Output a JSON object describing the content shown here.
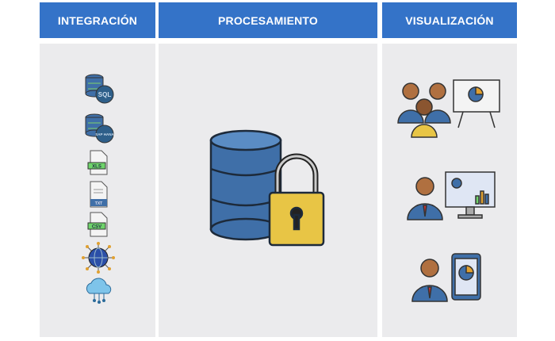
{
  "columns": [
    {
      "title": "INTEGRACIÓN",
      "icons": [
        "sql-database-icon",
        "sap-hana-database-icon",
        "xls-file-icon",
        "txt-file-icon",
        "csv-file-icon",
        "network-globe-icon",
        "cloud-icon"
      ],
      "icon_labels": [
        "SQL",
        "SAP HANA",
        "XLS",
        "TXT",
        "CSV"
      ]
    },
    {
      "title": "PROCESAMIENTO",
      "icons": [
        "secure-database-lock-icon"
      ]
    },
    {
      "title": "VISUALIZACIÓN",
      "icons": [
        "team-presentation-icon",
        "analyst-monitor-icon",
        "user-tablet-icon"
      ]
    }
  ],
  "colors": {
    "header": "#3473c8",
    "panel": "#ebebed",
    "db": "#3f6fa8",
    "lock": "#e8c545"
  }
}
